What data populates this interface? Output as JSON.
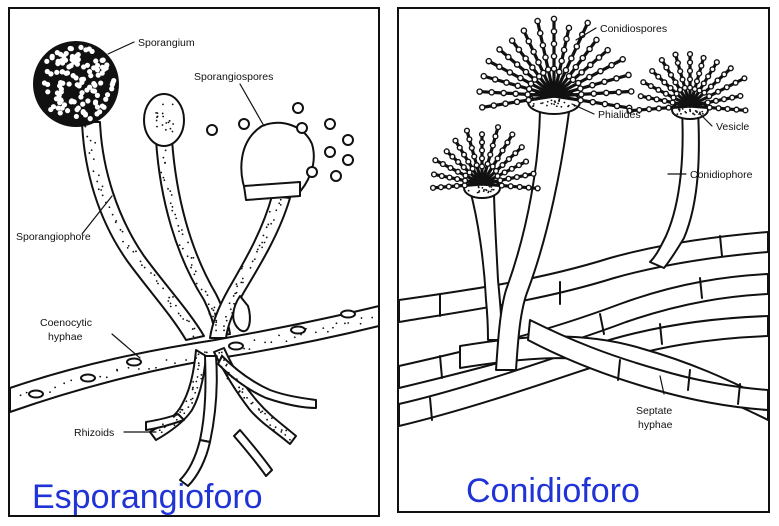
{
  "left_panel": {
    "title": "Esporangioforo",
    "labels": {
      "sporangium": "Sporangium",
      "sporangiospores": "Sporangiospores",
      "sporangiophore": "Sporangiophore",
      "coenocytic_line1": "Coenocytic",
      "coenocytic_line2": "hyphae",
      "rhizoids": "Rhizoids"
    }
  },
  "right_panel": {
    "title": "Conidioforo",
    "labels": {
      "conidiospores": "Conidiospores",
      "phialides": "Phialides",
      "vesicle": "Vesicle",
      "conidiophore": "Conidiophore",
      "septate_line1": "Septate",
      "septate_line2": "hyphae"
    }
  },
  "colors": {
    "ink": "#111111",
    "caption": "#1f33d6",
    "background": "#ffffff"
  }
}
